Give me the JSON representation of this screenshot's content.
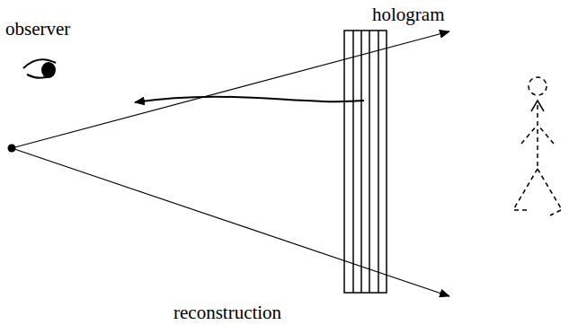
{
  "diagram": {
    "labels": [
      "observer",
      "hologram",
      "reconstruction"
    ]
  }
}
